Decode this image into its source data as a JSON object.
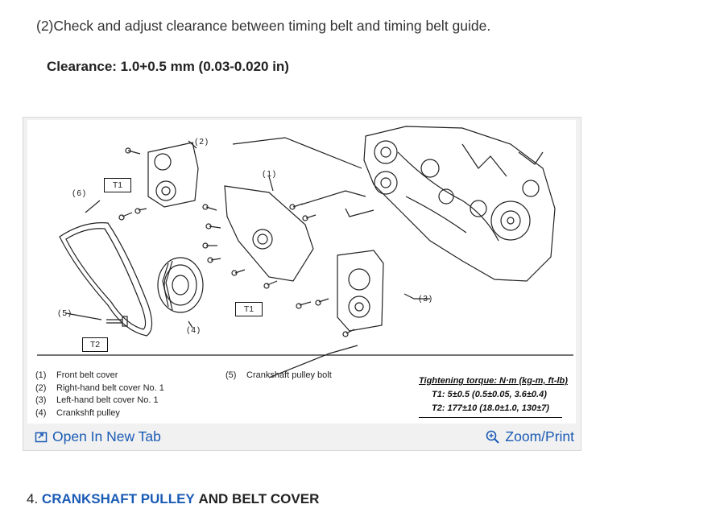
{
  "step_text": "(2)Check and adjust clearance between timing belt and timing belt guide.",
  "spec_text": "Clearance: 1.0+0.5 mm (0.03-0.020 in)",
  "figure": {
    "callouts": {
      "c1": "(1)",
      "c2": "(2)",
      "c3": "(3)",
      "c4": "(4)",
      "c5": "(5)",
      "c6": "(6)"
    },
    "torque_boxes": {
      "t1_top": "T1",
      "t1_mid": "T1",
      "t2": "T2"
    },
    "legend_left": [
      {
        "num": "(1)",
        "text": "Front belt cover"
      },
      {
        "num": "(2)",
        "text": "Right-hand belt cover No. 1"
      },
      {
        "num": "(3)",
        "text": "Left-hand belt cover No. 1"
      },
      {
        "num": "(4)",
        "text": "Crankshft pulley"
      }
    ],
    "legend_right": [
      {
        "num": "(5)",
        "text": "Crankshaft pulley bolt"
      }
    ],
    "torque": {
      "title": "Tightening torque: N·m (kg-m, ft-lb)",
      "t1": "T1: 5±0.5 (0.5±0.05, 3.6±0.4)",
      "t2": "T2: 177±10 (18.0±1.0, 130±7)"
    }
  },
  "toolbar": {
    "open_label": "Open In New Tab",
    "zoom_label": "Zoom/Print",
    "link_color": "#1a5bb5"
  },
  "section": {
    "number": "4.",
    "link_text": "CRANKSHAFT PULLEY",
    "rest_text": "AND BELT COVER"
  }
}
